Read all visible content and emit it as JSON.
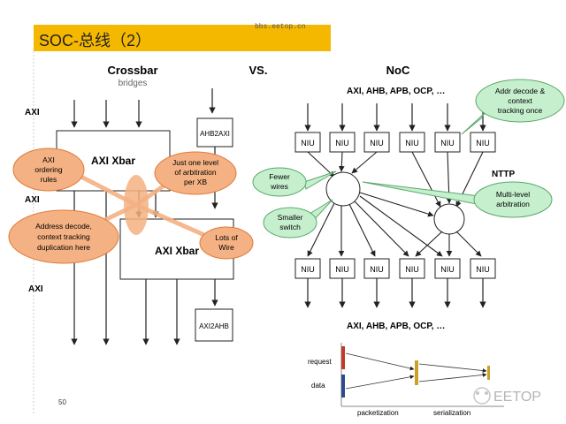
{
  "slide": {
    "title": "SOC-总线（2）",
    "watermark_url": "bbs.eetop.cn",
    "page_number": "50",
    "logo_text": "EETOP"
  },
  "headings": {
    "left": "Crossbar",
    "middle": "VS.",
    "right": "NoC",
    "left_sub": "bridges"
  },
  "crossbar": {
    "axi_top": "AXI",
    "axi_mid": "AXI",
    "axi_bottom": "AXI",
    "xbar1": "AXI Xbar",
    "xbar2": "AXI Xbar",
    "bridge_top": "AHB2AXI",
    "bridge_bottom": "AXI2AHB",
    "callouts": {
      "ordering": [
        "AXI",
        "ordering",
        "rules"
      ],
      "arbitration": [
        "Just one level",
        "of arbitration",
        "per XB"
      ],
      "address": [
        "Address decode,",
        "context tracking",
        "duplication here"
      ],
      "wire": [
        "Lots of",
        "Wire"
      ]
    }
  },
  "noc": {
    "protocols_top": "AXI, AHB, APB, OCP, …",
    "protocols_bottom": "AXI, AHB, APB, OCP, …",
    "niu": "NIU",
    "nttp": "NTTP",
    "callouts": {
      "addr": [
        "Addr decode &",
        "context",
        "tracking once"
      ],
      "fewer": [
        "Fewer",
        "wires"
      ],
      "smaller": [
        "Smaller",
        "switch"
      ],
      "multilevel": [
        "Multi-level",
        "arbitration"
      ]
    },
    "flow": {
      "request": "request",
      "data": "data",
      "packetization": "packetization",
      "serialization": "serialization"
    }
  },
  "colors": {
    "title_bar": "#f5b800",
    "callout_fill": "#f4b183",
    "callout_stroke": "#e07a3a",
    "green_fill": "#c6efce",
    "green_stroke": "#5aa86b",
    "request_bar": "#c0392b",
    "data_bar": "#2c4a8c",
    "gold_bar": "#c9a227"
  }
}
